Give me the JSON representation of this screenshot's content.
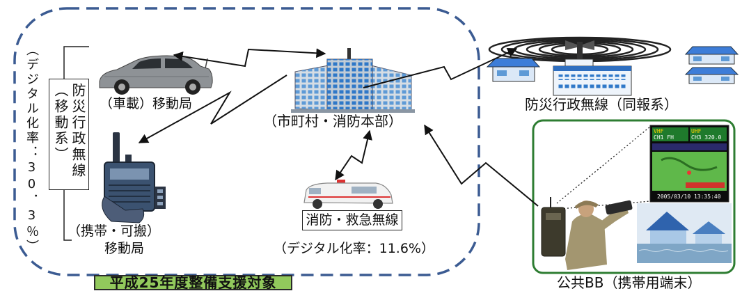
{
  "labels": {
    "digital_rate_mobile": "（デジタル化率：30．3％）",
    "mobile_system_name": "防災行政無線",
    "mobile_system_type": "（移動系）",
    "vehicle_station": "（車載）移動局",
    "hq": "（市町村・消防本部）",
    "portable_station_type": "（携帯・可搬）",
    "portable_station_name": "移動局",
    "fire_rescue_radio": "消防・救急無線",
    "digital_rate_fire": "（デジタル化率：11.6%）",
    "support_target": "平成25年度整備支援対象",
    "broadcast_system": "防災行政無線（同報系）",
    "public_bb": "公共BB（携帯用端末）"
  },
  "terminal_screen": {
    "vhf": "VHF",
    "vhf_channel": "CH1 FH",
    "uhf": "UHF",
    "uhf_channel": "CH3 320.0",
    "timestamp": "2005/03/10 13:35:40"
  },
  "colors": {
    "frame_dash": "#3b5b92",
    "support_target_fill": "#92c95c",
    "public_bb_border": "#2e7d32"
  }
}
